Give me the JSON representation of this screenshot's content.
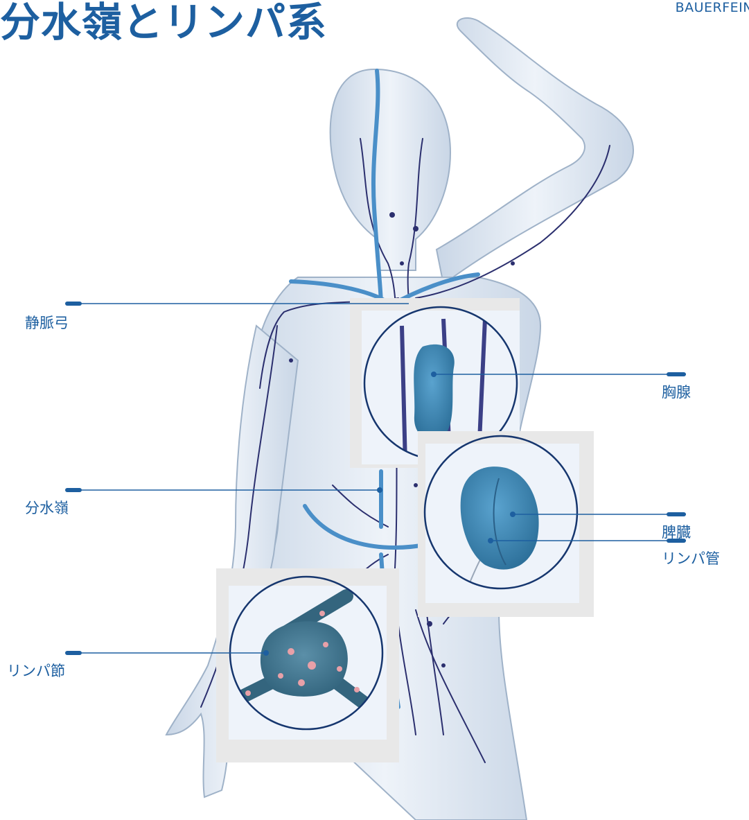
{
  "header": {
    "title": "分水嶺とリンパ系",
    "brand": "BAUERFEIN"
  },
  "labels": {
    "venous_angle": "静脈弓",
    "thymus": "胸腺",
    "watershed": "分水嶺",
    "spleen": "脾臓",
    "lymph_node": "リンパ節",
    "lymph_vessel": "リンパ管"
  },
  "colors": {
    "accent": "#1d5fa0",
    "watershed_line": "#4a8fc8",
    "organ": "#3c88b5",
    "lymph_vessel": "#2b2f6e",
    "skin": "#d7e2ef",
    "skin_outline": "#9fb2c8"
  }
}
